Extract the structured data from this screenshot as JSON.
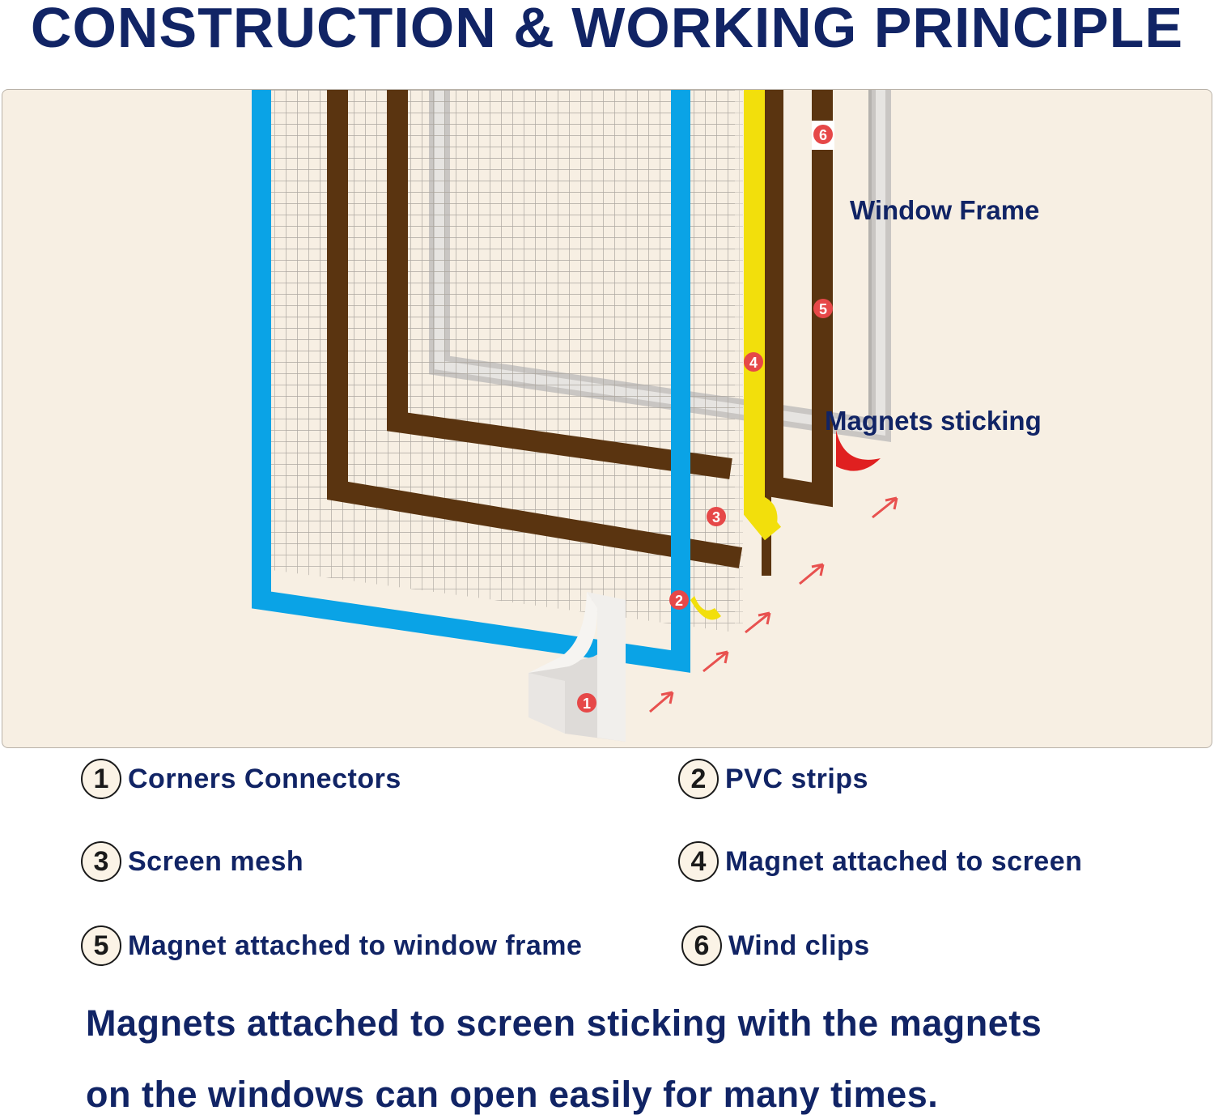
{
  "title": "CONSTRUCTION & WORKING PRINCIPLE",
  "diagram": {
    "labels": {
      "window_frame": "Window Frame",
      "magnets_sticking": "Magnets sticking"
    },
    "markers": [
      "1",
      "2",
      "3",
      "4",
      "5",
      "6"
    ],
    "colors": {
      "pvc_strip": "#0aa3e6",
      "screen_frame": "#5a3410",
      "magnet_screen": "#f2df0c",
      "marker": "#e64848",
      "arrow": "#e8514f",
      "background": "#f7efe3"
    }
  },
  "legend": [
    {
      "num": "1",
      "label": "Corners Connectors"
    },
    {
      "num": "2",
      "label": "PVC strips"
    },
    {
      "num": "3",
      "label": "Screen mesh"
    },
    {
      "num": "4",
      "label": "Magnet attached to screen"
    },
    {
      "num": "5",
      "label": "Magnet attached to window frame"
    },
    {
      "num": "6",
      "label": "Wind clips"
    }
  ],
  "footer": {
    "line1": "Magnets attached to screen sticking with the magnets",
    "line2": "on the windows can open easily for many times."
  }
}
